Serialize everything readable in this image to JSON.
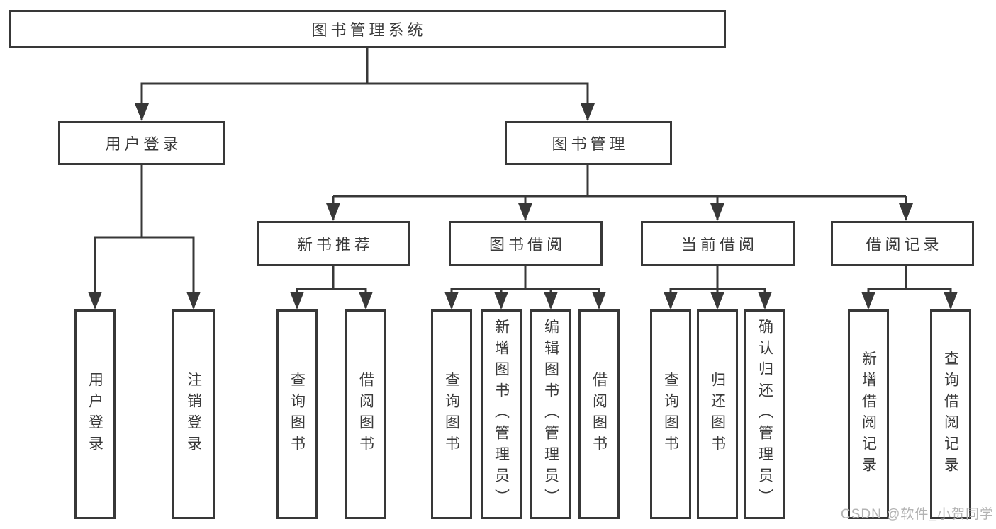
{
  "diagram": {
    "root_label": "图书管理系统",
    "branches": [
      {
        "label": "用户登录",
        "children": [
          "用户登录",
          "注销登录"
        ]
      },
      {
        "label": "图书管理",
        "sections": [
          {
            "label": "新书推荐",
            "children": [
              "查询图书",
              "借阅图书"
            ]
          },
          {
            "label": "图书借阅",
            "children": [
              "查询图书",
              "新增图书（管理员）",
              "编辑图书（管理员）",
              "借阅图书"
            ]
          },
          {
            "label": "当前借阅",
            "children": [
              "查询图书",
              "归还图书",
              "确认归还（管理员）"
            ]
          },
          {
            "label": "借阅记录",
            "children": [
              "新增借阅记录",
              "查询借阅记录"
            ]
          }
        ]
      }
    ],
    "colors": {
      "line": "#383838",
      "text": "#3a3a3a",
      "box_background": "#ffffff",
      "watermark": "#b3b3b3"
    },
    "watermark": "CSDN @软件_小贺同学"
  }
}
